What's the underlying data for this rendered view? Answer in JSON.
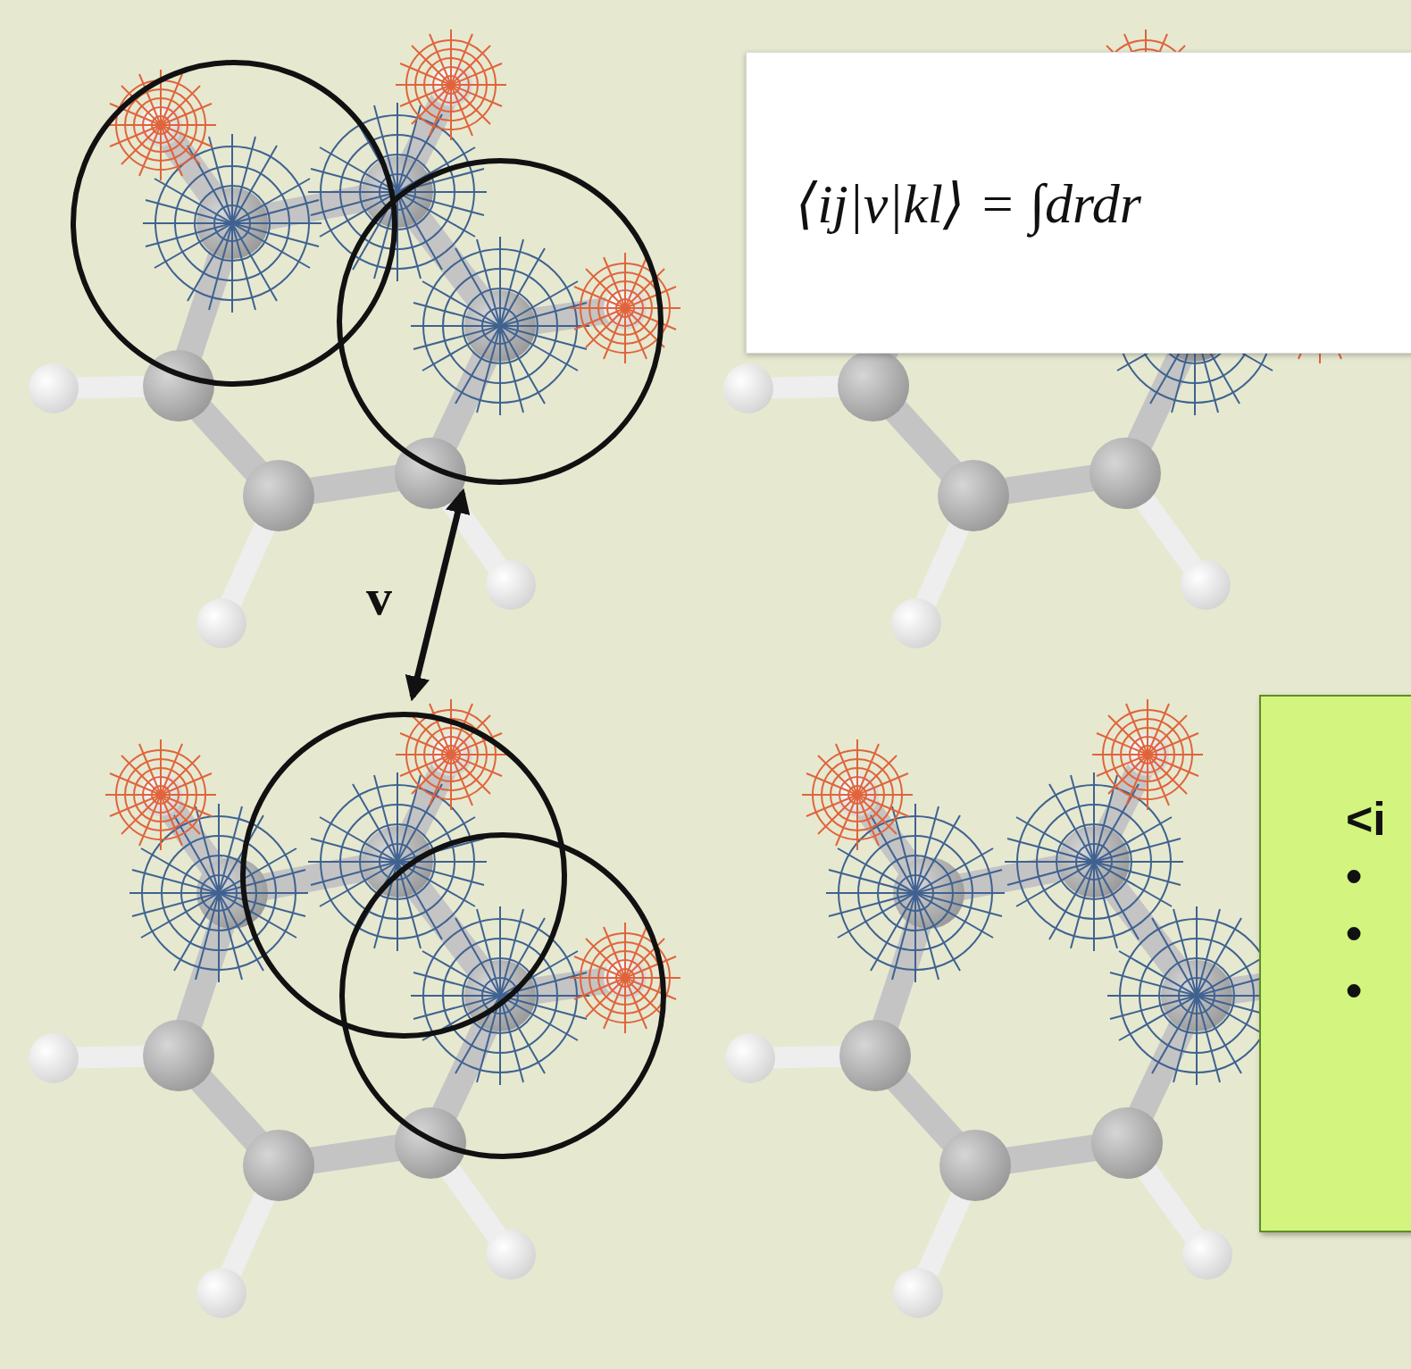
{
  "diagram": {
    "nodes": [
      {
        "text": [
          "⟨ij|v|kl⟩ = ∫drdr"
        ]
      },
      {
        "text": [
          "<i",
          "•",
          "•",
          "•"
        ]
      }
    ],
    "labels": [
      "v"
    ]
  }
}
